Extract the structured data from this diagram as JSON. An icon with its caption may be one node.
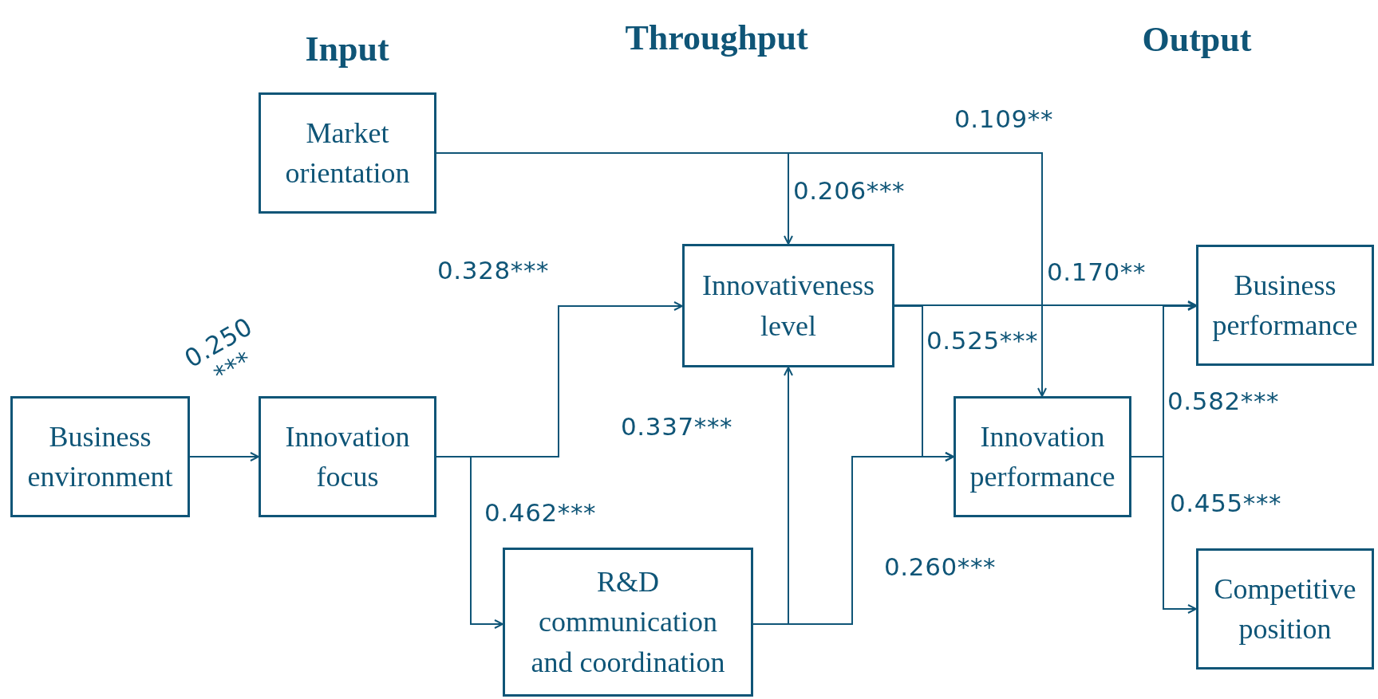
{
  "diagram": {
    "nodes": [
      {
        "text": [
          "Market orientation"
        ]
      },
      {
        "text": [
          "Business environment"
        ]
      },
      {
        "text": [
          "Innovation focus"
        ]
      },
      {
        "text": [
          "Innovativeness level"
        ]
      },
      {
        "text": [
          "R&D communication and coordination"
        ]
      },
      {
        "text": [
          "Innovation performance"
        ]
      },
      {
        "text": [
          "Business performance"
        ]
      },
      {
        "text": [
          "Competitive position"
        ]
      }
    ],
    "edges": [
      {
        "from": 0,
        "to": 3,
        "arrow": "to",
        "label": "0.206***"
      },
      {
        "from": 0,
        "to": 5,
        "arrow": "to",
        "label": "0.109**"
      },
      {
        "from": 1,
        "to": 2,
        "arrow": "to",
        "label": "0.250 ***"
      },
      {
        "from": 2,
        "to": 3,
        "arrow": "to",
        "label": "0.328***"
      },
      {
        "from": 2,
        "to": 4,
        "arrow": "to",
        "label": "0.462***"
      },
      {
        "from": 4,
        "to": 3,
        "arrow": "to",
        "label": "0.337***"
      },
      {
        "from": 4,
        "to": 5,
        "arrow": "to",
        "label": "0.260***"
      },
      {
        "from": 3,
        "to": 6,
        "arrow": "to",
        "label": "0.170**"
      },
      {
        "from": 3,
        "to": 5,
        "arrow": "to",
        "label": "0.525***"
      },
      {
        "from": 5,
        "to": 6,
        "arrow": "to",
        "label": "0.582***"
      },
      {
        "from": 5,
        "to": 7,
        "arrow": "to",
        "label": "0.455***"
      }
    ],
    "labels": [
      "Input",
      "Throughput",
      "Output"
    ]
  }
}
